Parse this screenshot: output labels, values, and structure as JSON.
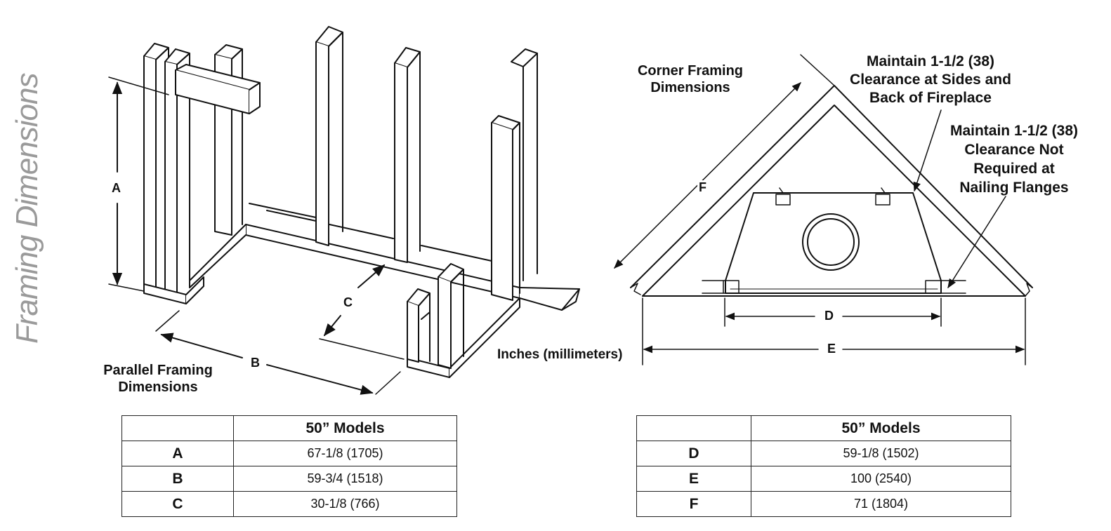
{
  "side_title": "Framing Dimensions",
  "parallel": {
    "caption_line1": "Parallel Framing",
    "caption_line2": "Dimensions",
    "dim_a": "A",
    "dim_b": "B",
    "dim_c": "C"
  },
  "corner": {
    "caption_line1": "Corner Framing",
    "caption_line2": "Dimensions",
    "note1": [
      "Maintain 1-1/2 (38)",
      "Clearance at Sides and",
      "Back of Fireplace"
    ],
    "note2": [
      "Maintain 1-1/2 (38)",
      "Clearance Not",
      "Required at",
      "Nailing Flanges"
    ],
    "dim_d": "D",
    "dim_e": "E",
    "dim_f": "F"
  },
  "units_label": "Inches (millimeters)",
  "table_left": {
    "header": "50” Models",
    "rows": [
      {
        "key": "A",
        "value": "67-1/8 (1705)"
      },
      {
        "key": "B",
        "value": "59-3/4 (1518)"
      },
      {
        "key": "C",
        "value": "30-1/8 (766)"
      }
    ]
  },
  "table_right": {
    "header": "50” Models",
    "rows": [
      {
        "key": "D",
        "value": "59-1/8 (1502)"
      },
      {
        "key": "E",
        "value": "100 (2540)"
      },
      {
        "key": "F",
        "value": "71 (1804)"
      }
    ]
  }
}
